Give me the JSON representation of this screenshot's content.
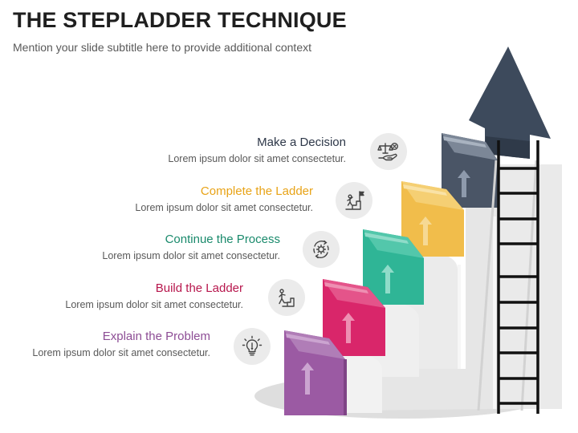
{
  "title": "THE STEPLADDER TECHNIQUE",
  "subtitle": "Mention your slide subtitle here to provide additional context",
  "steps": [
    {
      "title": "Explain the Problem",
      "description": "Lorem ipsum dolor sit amet consectetur.",
      "color": "#8d4d95",
      "icon": "lightbulb-icon"
    },
    {
      "title": "Build the Ladder",
      "description": "Lorem ipsum dolor sit amet consectetur.",
      "color": "#b7174d",
      "icon": "climbing-stairs-icon"
    },
    {
      "title": "Continue the Process",
      "description": "Lorem ipsum dolor sit amet consectetur.",
      "color": "#1a8a6c",
      "icon": "gear-cycle-icon"
    },
    {
      "title": "Complete the Ladder",
      "description": "Lorem ipsum dolor sit amet consectetur.",
      "color": "#e8a317",
      "icon": "goal-flag-icon"
    },
    {
      "title": "Make a Decision",
      "description": "Lorem ipsum dolor sit amet consectetur.",
      "color": "#3d4a5c",
      "icon": "decision-scale-icon"
    }
  ],
  "colors": {
    "step_faces": [
      "#9b5aa3",
      "#d9266a",
      "#2fb596",
      "#f1bd4b",
      "#4a5566"
    ],
    "arrow": "#4a5566",
    "ladder": "#111111",
    "platform": "#dedede"
  }
}
